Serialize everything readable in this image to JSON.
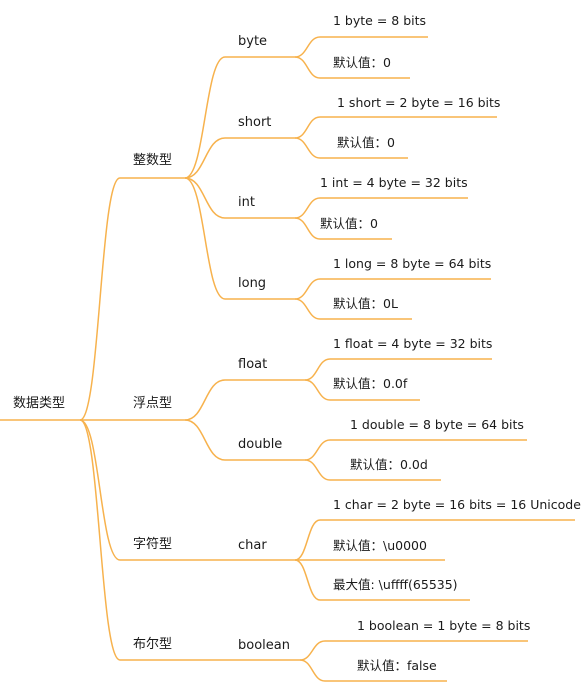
{
  "style": {
    "line_color": "#f7b24d",
    "text_color": "#1a1a1a"
  },
  "root": {
    "label": "数据类型",
    "groups": [
      {
        "label": "整数型",
        "types": [
          {
            "name": "byte",
            "details": [
              "1 byte = 8 bits",
              "默认值：0"
            ]
          },
          {
            "name": "short",
            "details": [
              "1 short = 2 byte = 16 bits",
              "默认值：0"
            ]
          },
          {
            "name": "int",
            "details": [
              "1 int = 4 byte = 32 bits",
              "默认值：0"
            ]
          },
          {
            "name": "long",
            "details": [
              "1 long = 8 byte = 64 bits",
              "默认值：0L"
            ]
          }
        ]
      },
      {
        "label": "浮点型",
        "types": [
          {
            "name": "float",
            "details": [
              "1 float = 4 byte = 32 bits",
              "默认值：0.0f"
            ]
          },
          {
            "name": "double",
            "details": [
              "1 double = 8 byte = 64 bits",
              "默认值：0.0d"
            ]
          }
        ]
      },
      {
        "label": "字符型",
        "types": [
          {
            "name": "char",
            "details": [
              "1 char = 2 byte = 16 bits = 16 Unicode",
              "默认值：\\u0000",
              "最大值: \\uffff(65535)"
            ]
          }
        ]
      },
      {
        "label": "布尔型",
        "types": [
          {
            "name": "boolean",
            "details": [
              "1 boolean = 1 byte = 8 bits",
              "默认值：false"
            ]
          }
        ]
      }
    ]
  }
}
